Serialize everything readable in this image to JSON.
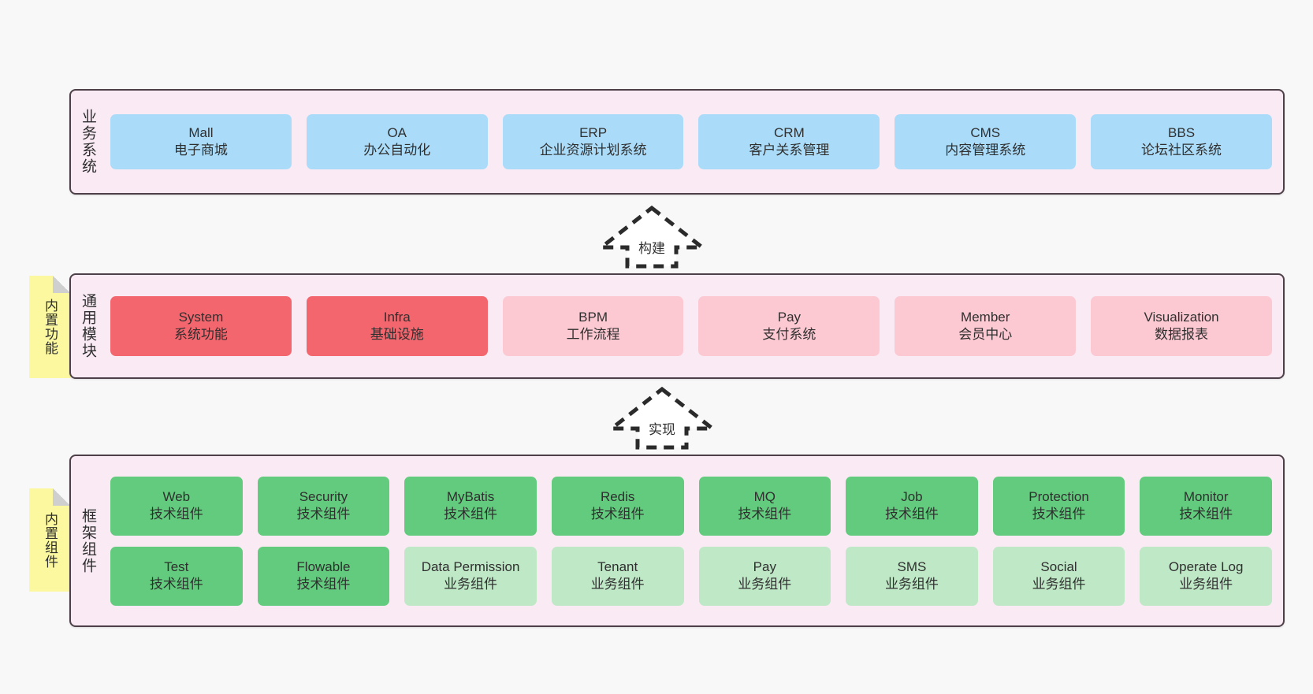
{
  "palette": {
    "background": "#f8f8f8",
    "layer_fill": "#f9eaf4",
    "layer_border": "#4d4048",
    "business_card": "#aadcfa",
    "common_core_card": "#f4666e",
    "common_card": "#fcc9d2",
    "tech_card": "#62cb7d",
    "business_component_card": "#bfe8c6",
    "note_fill": "#fbf8a0"
  },
  "layers": [
    {
      "id": "business",
      "title": "业务系统",
      "rows": [
        [
          {
            "en": "Mall",
            "cn": "电子商城",
            "color": "c-blue"
          },
          {
            "en": "OA",
            "cn": "办公自动化",
            "color": "c-blue"
          },
          {
            "en": "ERP",
            "cn": "企业资源计划系统",
            "color": "c-blue"
          },
          {
            "en": "CRM",
            "cn": "客户关系管理",
            "color": "c-blue"
          },
          {
            "en": "CMS",
            "cn": "内容管理系统",
            "color": "c-blue"
          },
          {
            "en": "BBS",
            "cn": "论坛社区系统",
            "color": "c-blue"
          }
        ]
      ]
    },
    {
      "id": "common",
      "title": "通用模块",
      "rows": [
        [
          {
            "en": "System",
            "cn": "系统功能",
            "color": "c-red"
          },
          {
            "en": "Infra",
            "cn": "基础设施",
            "color": "c-red"
          },
          {
            "en": "BPM",
            "cn": "工作流程",
            "color": "c-pink"
          },
          {
            "en": "Pay",
            "cn": "支付系统",
            "color": "c-pink"
          },
          {
            "en": "Member",
            "cn": "会员中心",
            "color": "c-pink"
          },
          {
            "en": "Visualization",
            "cn": "数据报表",
            "color": "c-pink"
          }
        ]
      ]
    },
    {
      "id": "framework",
      "title": "框架组件",
      "rows": [
        [
          {
            "en": "Web",
            "cn": "技术组件",
            "color": "c-green"
          },
          {
            "en": "Security",
            "cn": "技术组件",
            "color": "c-green"
          },
          {
            "en": "MyBatis",
            "cn": "技术组件",
            "color": "c-green"
          },
          {
            "en": "Redis",
            "cn": "技术组件",
            "color": "c-green"
          },
          {
            "en": "MQ",
            "cn": "技术组件",
            "color": "c-green"
          },
          {
            "en": "Job",
            "cn": "技术组件",
            "color": "c-green"
          },
          {
            "en": "Protection",
            "cn": "技术组件",
            "color": "c-green"
          },
          {
            "en": "Monitor",
            "cn": "技术组件",
            "color": "c-green"
          }
        ],
        [
          {
            "en": "Test",
            "cn": "技术组件",
            "color": "c-green"
          },
          {
            "en": "Flowable",
            "cn": "技术组件",
            "color": "c-green"
          },
          {
            "en": "Data Permission",
            "cn": "业务组件",
            "color": "c-lightgreen",
            "wrap": true
          },
          {
            "en": "Tenant",
            "cn": "业务组件",
            "color": "c-lightgreen"
          },
          {
            "en": "Pay",
            "cn": "业务组件",
            "color": "c-lightgreen"
          },
          {
            "en": "SMS",
            "cn": "业务组件",
            "color": "c-lightgreen"
          },
          {
            "en": "Social",
            "cn": "业务组件",
            "color": "c-lightgreen"
          },
          {
            "en": "Operate Log",
            "cn": "业务组件",
            "color": "c-lightgreen"
          }
        ]
      ]
    }
  ],
  "notes": [
    {
      "id": "common",
      "text": "内置功能"
    },
    {
      "id": "framework",
      "text": "内置组件"
    }
  ],
  "arrows": [
    {
      "id": "build",
      "label": "构建",
      "direction": "up"
    },
    {
      "id": "realize",
      "label": "实现",
      "direction": "up"
    }
  ]
}
